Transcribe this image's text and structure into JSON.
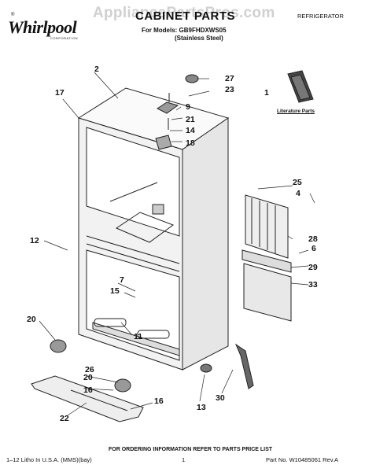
{
  "watermark": "AppliancePartsPros.com",
  "brand": {
    "name": "Whirlpool",
    "registered": "®",
    "tagline": "CORPORATION"
  },
  "header": {
    "title": "CABINET PARTS",
    "models_line": "For Models: GB9FHDXWS05",
    "finish_line": "(Stainless Steel)",
    "category": "REFRIGERATOR"
  },
  "literature_label": "Literature Parts",
  "callouts": {
    "c1": "1",
    "c2": "2",
    "c4": "4",
    "c6": "6",
    "c7": "7",
    "c9": "9",
    "c11": "11",
    "c12": "12",
    "c13": "13",
    "c14": "14",
    "c15": "15",
    "c16a": "16",
    "c16b": "16",
    "c17": "17",
    "c18": "18",
    "c20a": "20",
    "c20b": "20",
    "c21": "21",
    "c22": "22",
    "c23": "23",
    "c25": "25",
    "c26": "26",
    "c27": "27",
    "c28": "28",
    "c29": "29",
    "c30": "30",
    "c33": "33"
  },
  "footer": {
    "order_note": "FOR ORDERING INFORMATION REFER TO PARTS PRICE LIST",
    "litho": "1–12 Litho In U.S.A. (MMS)(bay)",
    "page": "1",
    "part_no": "Part No. W10485061 Rev.A"
  }
}
